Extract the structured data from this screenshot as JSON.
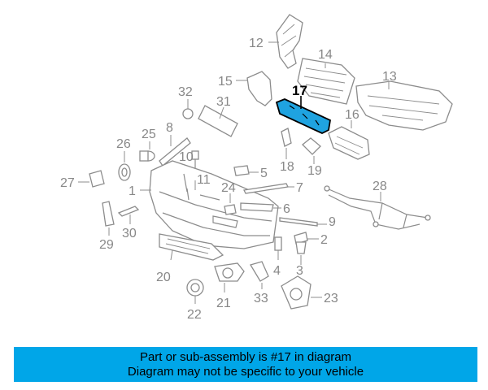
{
  "diagram": {
    "highlight_color": "#1fa3e0",
    "callouts": [
      "12",
      "14",
      "13",
      "15",
      "17",
      "32",
      "31",
      "16",
      "25",
      "8",
      "26",
      "10",
      "18",
      "19",
      "27",
      "1",
      "5",
      "11",
      "24",
      "7",
      "6",
      "28",
      "29",
      "30",
      "9",
      "2",
      "4",
      "3",
      "20",
      "22",
      "21",
      "33",
      "23"
    ],
    "highlighted": "17"
  },
  "caption": {
    "line1": "Part or sub-assembly is #17 in diagram",
    "line2": "Diagram may not be specific to your vehicle",
    "background": "#00a6e8"
  }
}
